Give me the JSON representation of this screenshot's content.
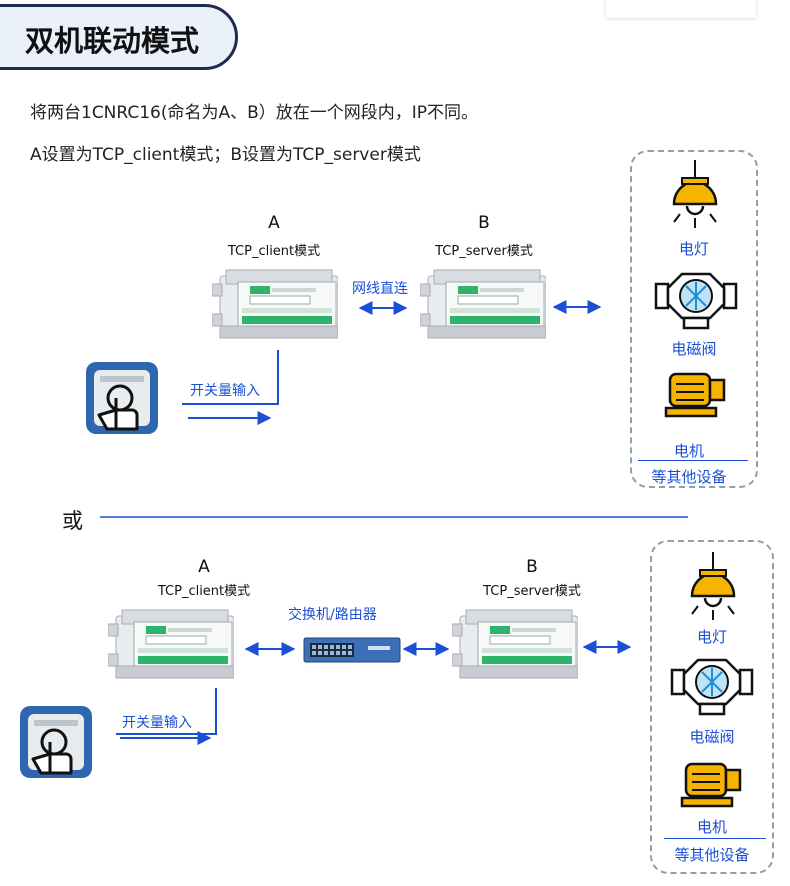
{
  "title": "双机联动模式",
  "intro": {
    "line1": "将两台1CNRC16(命名为A、B）放在一个网段内，IP不同。",
    "line2": "A设置为TCP_client模式；B设置为TCP_server模式"
  },
  "scenario1": {
    "a_label": "A",
    "a_mode": "TCP_client模式",
    "b_label": "B",
    "b_mode": "TCP_server模式",
    "link_label": "网线直连",
    "input_label": "开关量输入",
    "devices": [
      "电灯",
      "电磁阀",
      "电机"
    ],
    "devices_more": "等其他设备"
  },
  "separator": "或",
  "scenario2": {
    "a_label": "A",
    "a_mode": "TCP_client模式",
    "b_label": "B",
    "b_mode": "TCP_server模式",
    "switch_label": "交换机/路由器",
    "input_label": "开关量输入",
    "devices": [
      "电灯",
      "电磁阀",
      "电机"
    ],
    "devices_more": "等其他设备"
  },
  "colors": {
    "accent_blue": "#1a4fd6",
    "title_border": "#1e2a52",
    "title_fill": "#eaf1f8",
    "module_green": "#2db36a",
    "lamp_yellow": "#f5b400",
    "switch_blue": "#3b6fb6"
  }
}
